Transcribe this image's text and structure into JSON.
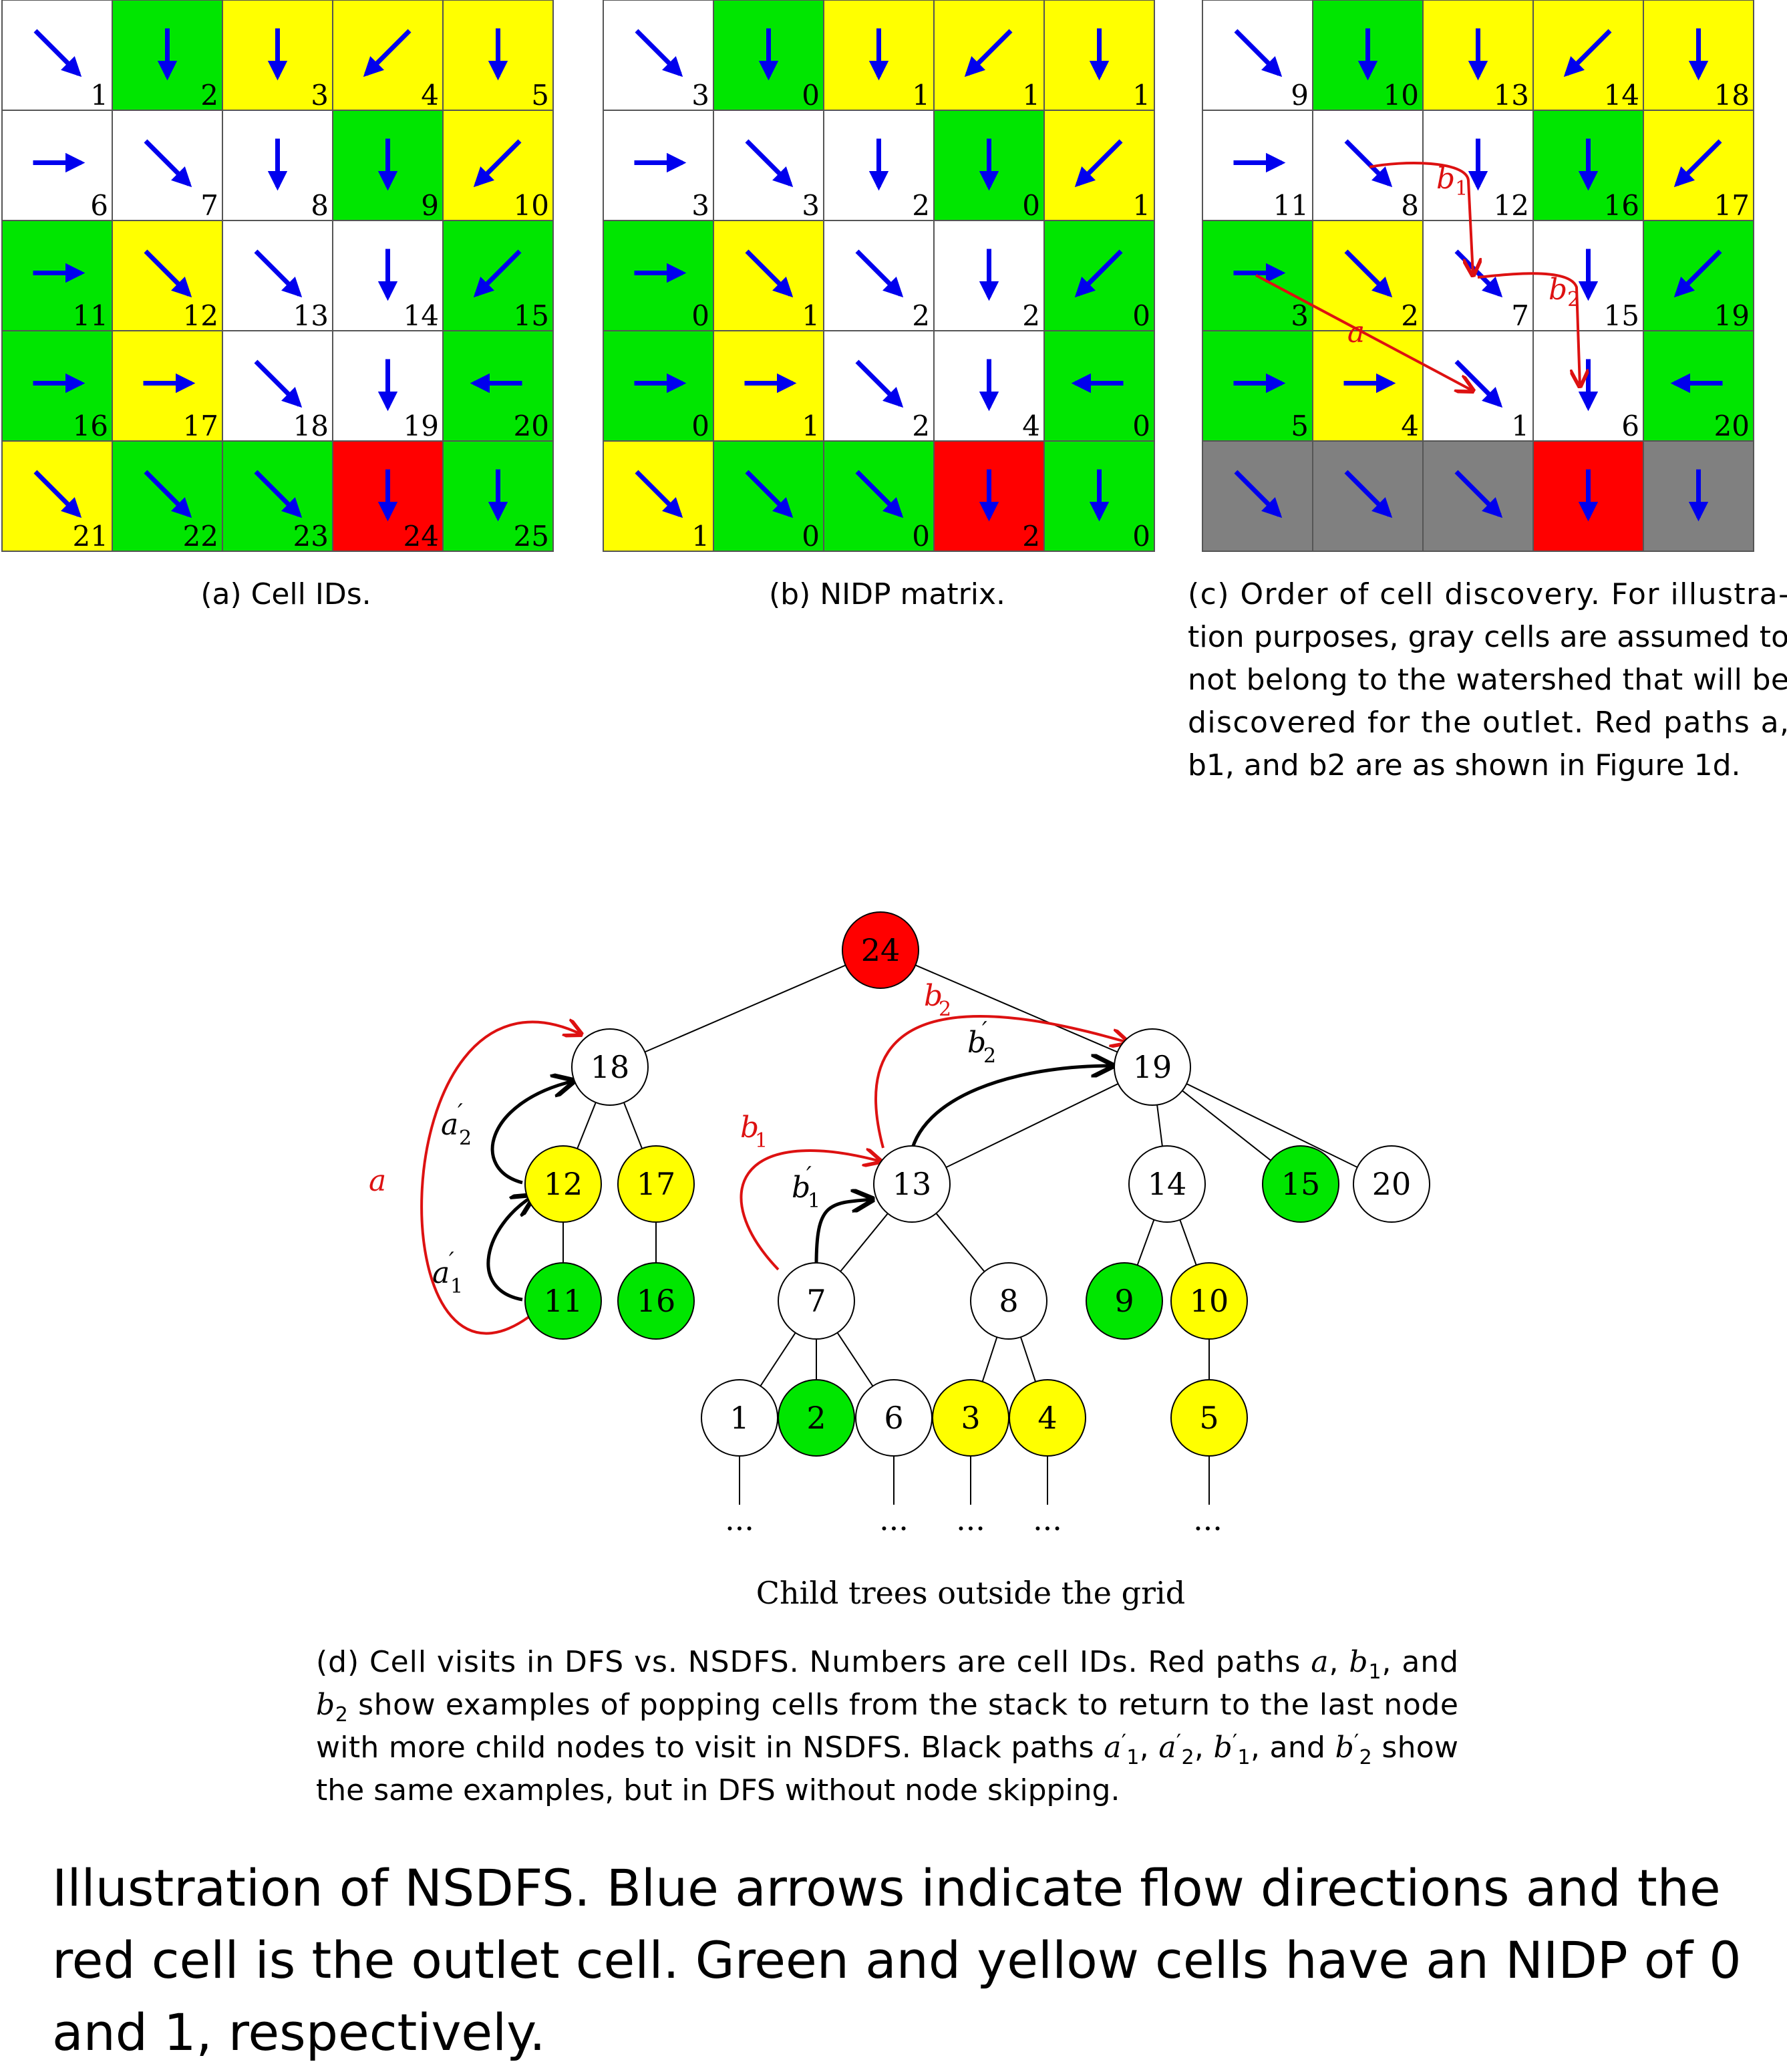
{
  "colors": {
    "green": "#00e600",
    "yellow": "#ffff00",
    "red": "#ff0000",
    "gray": "#808080",
    "white": "#ffffff",
    "arrow": "#0000ee",
    "path_red": "#dd1111",
    "path_black": "#000000",
    "link_teal": "#3a8a8a"
  },
  "panels": {
    "a": {
      "caption": "(a) Cell IDs.",
      "colors": [
        "W",
        "G",
        "Y",
        "Y",
        "Y",
        "W",
        "W",
        "W",
        "G",
        "Y",
        "G",
        "Y",
        "W",
        "W",
        "G",
        "G",
        "Y",
        "W",
        "W",
        "G",
        "Y",
        "G",
        "G",
        "R",
        "G"
      ],
      "labels": [
        "1",
        "2",
        "3",
        "4",
        "5",
        "6",
        "7",
        "8",
        "9",
        "10",
        "11",
        "12",
        "13",
        "14",
        "15",
        "16",
        "17",
        "18",
        "19",
        "20",
        "21",
        "22",
        "23",
        "24",
        "25"
      ]
    },
    "b": {
      "caption": "(b) NIDP matrix.",
      "colors": [
        "W",
        "G",
        "Y",
        "Y",
        "Y",
        "W",
        "W",
        "W",
        "G",
        "Y",
        "G",
        "Y",
        "W",
        "W",
        "G",
        "G",
        "Y",
        "W",
        "W",
        "G",
        "Y",
        "G",
        "G",
        "R",
        "G"
      ],
      "labels": [
        "3",
        "0",
        "1",
        "1",
        "1",
        "3",
        "3",
        "2",
        "0",
        "1",
        "0",
        "1",
        "2",
        "2",
        "0",
        "0",
        "1",
        "2",
        "4",
        "0",
        "1",
        "0",
        "0",
        "2",
        "0"
      ]
    },
    "c": {
      "caption_lines": [
        "(c) Order of cell discovery. For illustra-",
        "tion purposes, gray cells are assumed to",
        "not belong to the watershed that will be",
        "discovered for the outlet. Red paths a,",
        "b1, and b2 are as shown in Figure 1d."
      ],
      "colors": [
        "W",
        "G",
        "Y",
        "Y",
        "Y",
        "W",
        "W",
        "W",
        "G",
        "Y",
        "G",
        "Y",
        "W",
        "W",
        "G",
        "G",
        "Y",
        "W",
        "W",
        "G",
        "X",
        "X",
        "X",
        "R",
        "X"
      ],
      "labels": [
        "9",
        "10",
        "13",
        "14",
        "18",
        "11",
        "8",
        "12",
        "16",
        "17",
        "3",
        "2",
        "7",
        "15",
        "19",
        "5",
        "4",
        "1",
        "6",
        "20",
        "",
        "",
        "",
        "",
        ""
      ],
      "path_labels": {
        "a": "a",
        "b1": "b",
        "b1_sub": "1",
        "b2": "b",
        "b2_sub": "2"
      }
    },
    "directions": [
      "SE",
      "S",
      "S",
      "SW",
      "S",
      "E",
      "SE",
      "S",
      "S",
      "SW",
      "E",
      "SE",
      "SE",
      "S",
      "SW",
      "E",
      "E",
      "SE",
      "S",
      "W",
      "SE",
      "SE",
      "SE",
      "S",
      "S"
    ]
  },
  "tree": {
    "nodes": [
      {
        "id": "24",
        "color": "R"
      },
      {
        "id": "18",
        "color": "W"
      },
      {
        "id": "19",
        "color": "W"
      },
      {
        "id": "12",
        "color": "Y"
      },
      {
        "id": "17",
        "color": "Y"
      },
      {
        "id": "11",
        "color": "G"
      },
      {
        "id": "16",
        "color": "G"
      },
      {
        "id": "13",
        "color": "W"
      },
      {
        "id": "7",
        "color": "W"
      },
      {
        "id": "8",
        "color": "W"
      },
      {
        "id": "14",
        "color": "W"
      },
      {
        "id": "15",
        "color": "G"
      },
      {
        "id": "20",
        "color": "W"
      },
      {
        "id": "9",
        "color": "G"
      },
      {
        "id": "10",
        "color": "Y"
      },
      {
        "id": "1",
        "color": "W"
      },
      {
        "id": "2",
        "color": "G"
      },
      {
        "id": "6",
        "color": "W"
      },
      {
        "id": "3",
        "color": "Y"
      },
      {
        "id": "4",
        "color": "Y"
      },
      {
        "id": "5",
        "color": "Y"
      }
    ],
    "path_labels": {
      "a": "a",
      "a1": "a",
      "a1_sub": "1",
      "a2": "a",
      "a2_sub": "2",
      "b1": "b",
      "b1_sub": "1",
      "b1p": "b",
      "b1p_sub": "1",
      "b2": "b",
      "b2_sub": "2",
      "b2p": "b",
      "b2p_sub": "2",
      "prime": "′"
    },
    "ellipsis": "...",
    "footer": "Child trees outside the grid"
  },
  "caption_d": {
    "line1": [
      "(d) Cell visits in DFS vs. NSDFS. Numbers are cell IDs. Red paths ",
      "a",
      ", ",
      "b",
      "1",
      ", and"
    ],
    "line2": [
      "b",
      "2",
      " show examples of popping cells from the stack to return to the last node"
    ],
    "line3": [
      "with more child nodes to visit in NSDFS. Black paths ",
      "a",
      "′",
      "1",
      ", ",
      "a",
      "′",
      "2",
      ", ",
      "b",
      "′",
      "1",
      ", and ",
      "b",
      "′",
      "2",
      " show"
    ],
    "line4": "the same examples, but in DFS without node skipping."
  },
  "bottom_caption": "Illustration of NSDFS. Blue arrows indicate flow directions and the red cell is the outlet cell. Green and yellow cells have an NIDP of 0 and 1, respectively."
}
